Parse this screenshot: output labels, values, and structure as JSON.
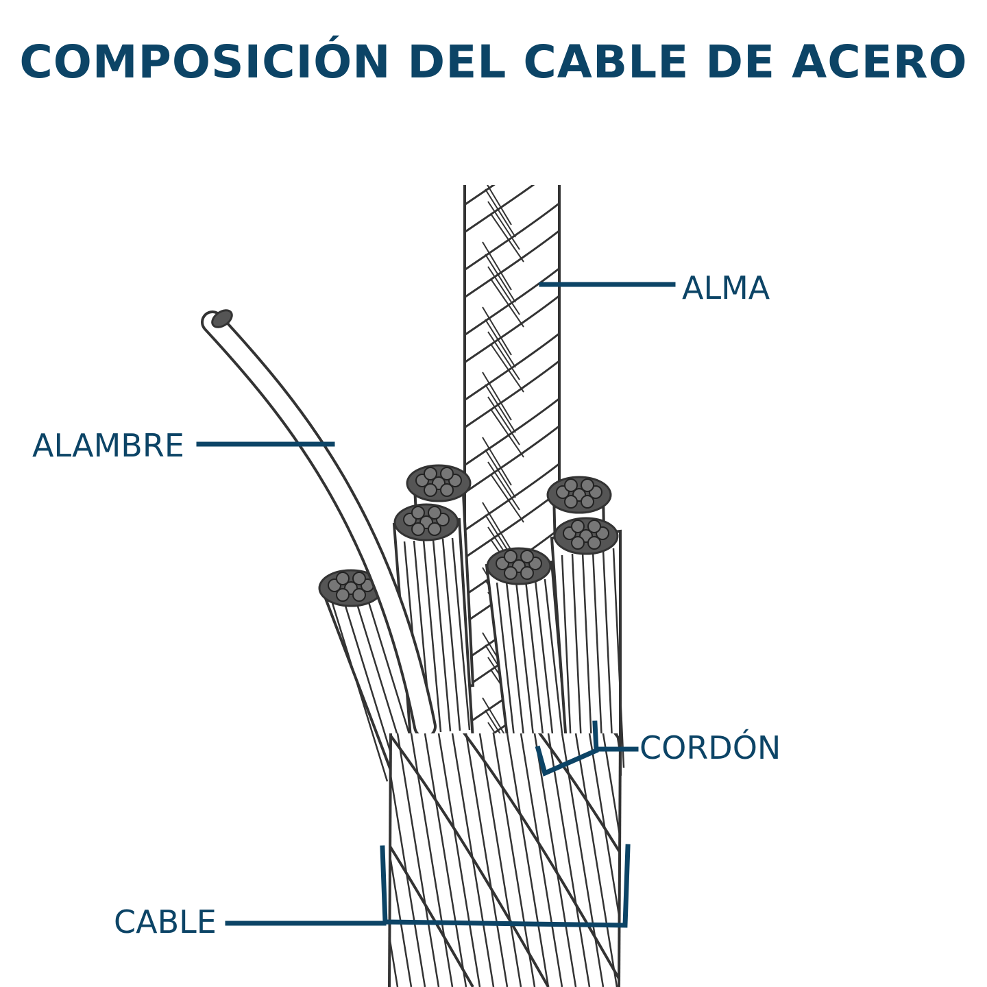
{
  "title": "COMPOSICIÓN DEL CABLE DE ACERO",
  "labels": {
    "alma": "ALMA",
    "alambre": "ALAMBRE",
    "cordon": "CORDÓN",
    "cable": "CABLE"
  },
  "colors": {
    "accent": "#0c4466",
    "line": "#333333",
    "background": "#ffffff"
  }
}
